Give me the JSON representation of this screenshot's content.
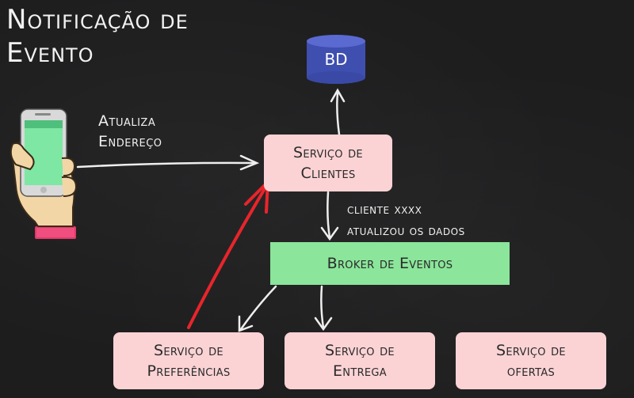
{
  "title": {
    "line1": "Notificação de",
    "line2": "Evento"
  },
  "database": {
    "label": "BD"
  },
  "action_label": {
    "line1": "Atualiza",
    "line2": "Endereço"
  },
  "event_label": {
    "line1": "cliente xxxx",
    "line2": "atualizou os dados"
  },
  "nodes": {
    "servico_clientes": {
      "line1": "Serviço de",
      "line2": "Clientes"
    },
    "broker": {
      "label": "Broker de Eventos"
    },
    "servico_preferencias": {
      "line1": "Serviço de",
      "line2": "Preferências"
    },
    "servico_entrega": {
      "line1": "Serviço de",
      "line2": "Entrega"
    },
    "servico_ofertas": {
      "line1": "Serviço de",
      "line2": "ofertas"
    }
  },
  "colors": {
    "background": "#1d1d1e",
    "service_box": "#fbd3d5",
    "broker_box": "#8be59a",
    "database": "#3f4fb0",
    "highlight_arrow": "#e8252b",
    "arrows": "#eeeeee"
  }
}
